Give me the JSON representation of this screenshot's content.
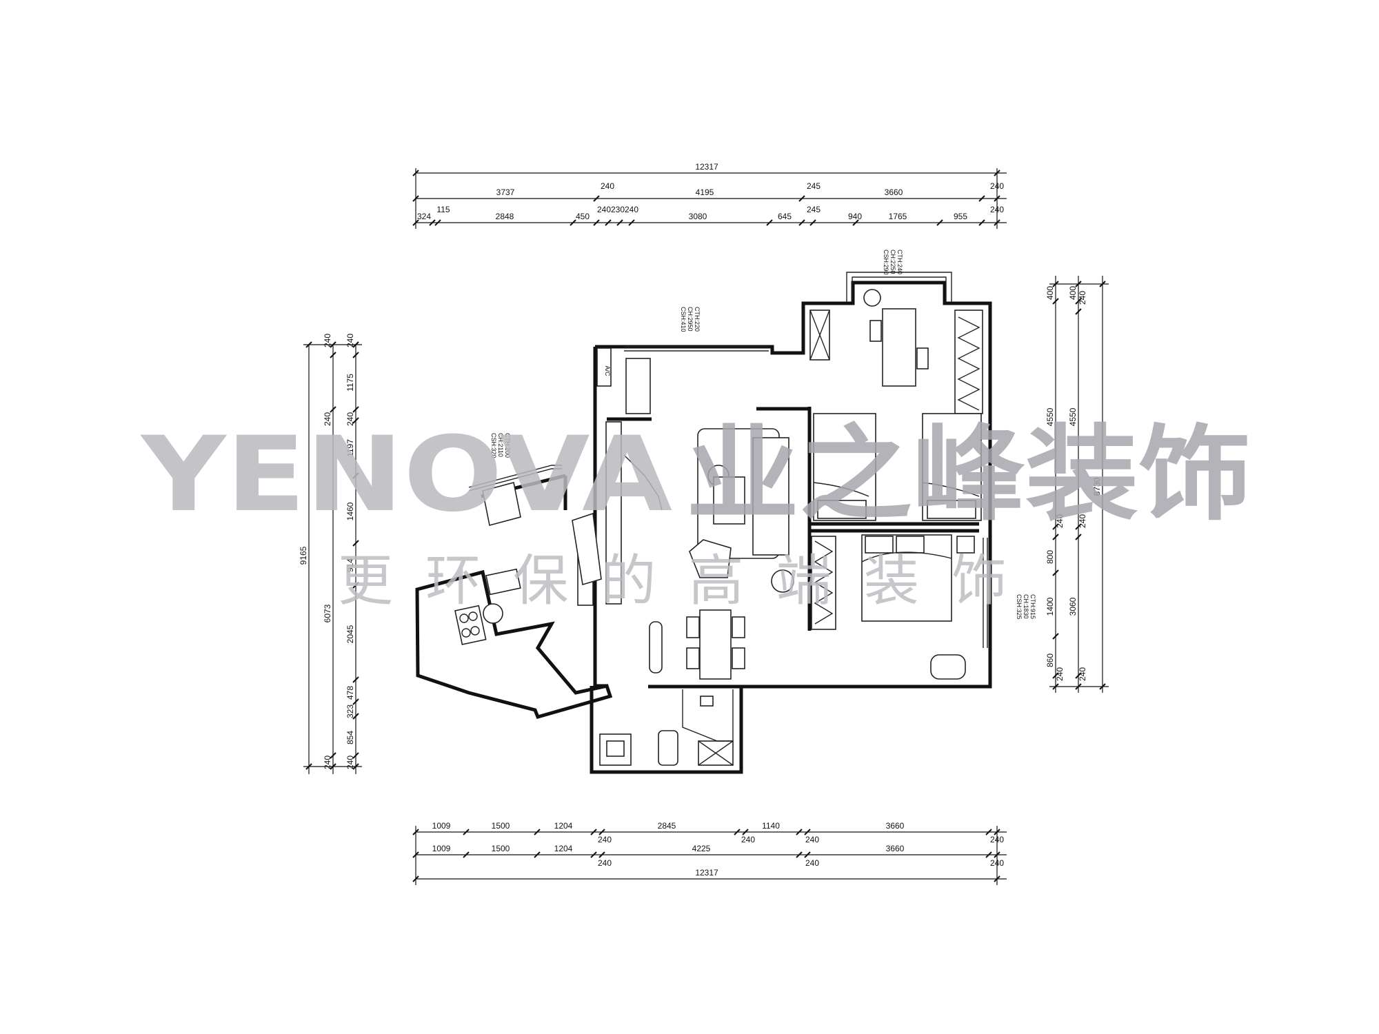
{
  "watermark": {
    "brand_latin": "YENOVA",
    "brand_cn": "业之峰装饰",
    "slogan": "更环保的高端装饰"
  },
  "dimensions": {
    "top": {
      "row1": [
        "12317"
      ],
      "row2": [
        "3737",
        "240",
        "4195",
        "245",
        "3660",
        "240"
      ],
      "row3": [
        "324",
        "115",
        "2848",
        "450",
        "240",
        "230",
        "240",
        "3080",
        "645",
        "245",
        "940",
        "1765",
        "955",
        "240"
      ]
    },
    "bottom": {
      "row1": [
        "1009",
        "1500",
        "1204",
        "240",
        "2845",
        "240",
        "1140",
        "240",
        "3660",
        "240"
      ],
      "row2": [
        "1009",
        "1500",
        "1204",
        "240",
        "4225",
        "240",
        "3660",
        "240"
      ],
      "row3": [
        "12317"
      ]
    },
    "left": {
      "outer": [
        "9165"
      ],
      "middle": [
        "240",
        "240",
        "6073",
        "240"
      ],
      "inner": [
        "240",
        "1175",
        "240",
        "1197",
        "1460",
        "914",
        "2045",
        "478",
        "323",
        "854",
        "240"
      ]
    },
    "right": {
      "inner": [
        "400",
        "4550",
        "240",
        "800",
        "1400",
        "860",
        "240"
      ],
      "middle": [
        "400",
        "240",
        "4550",
        "240",
        "3060",
        "240"
      ],
      "outer": [
        "8730"
      ]
    }
  },
  "annotations": {
    "ac_label": "A/C",
    "window_top_center": [
      "CSH:410",
      "CH:2950",
      "CTH:220"
    ],
    "window_top_right": [
      "CSH:290",
      "CH:2250",
      "CTH:240"
    ],
    "window_left": [
      "CSH:320",
      "CH:2110",
      "CTH:200"
    ],
    "window_right": [
      "CSH:325",
      "CH:1830",
      "CTH:915"
    ]
  }
}
